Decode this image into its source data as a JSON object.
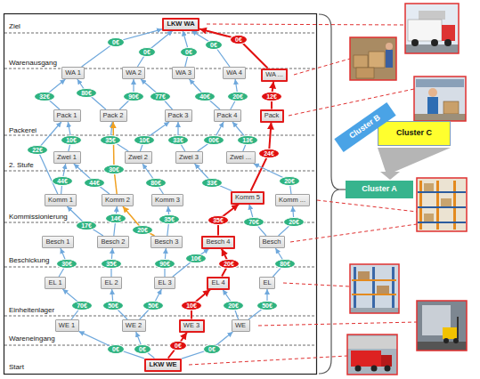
{
  "diagram": {
    "nodes": [
      {
        "text": [
          "LKW WA"
        ]
      },
      {
        "text": [
          "WA 1"
        ]
      },
      {
        "text": [
          "WA 2"
        ]
      },
      {
        "text": [
          "WA 3"
        ]
      },
      {
        "text": [
          "WA 4"
        ]
      },
      {
        "text": [
          "WA ..."
        ]
      },
      {
        "text": [
          "Pack 1"
        ]
      },
      {
        "text": [
          "Pack 2"
        ]
      },
      {
        "text": [
          "Pack 3"
        ]
      },
      {
        "text": [
          "Pack 4"
        ]
      },
      {
        "text": [
          "Pack"
        ]
      },
      {
        "text": [
          "Zwei 1"
        ]
      },
      {
        "text": [
          "Zwei 2"
        ]
      },
      {
        "text": [
          "Zwei 3"
        ]
      },
      {
        "text": [
          "Zwei ..."
        ]
      },
      {
        "text": [
          "Komm 1"
        ]
      },
      {
        "text": [
          "Komm 2"
        ]
      },
      {
        "text": [
          "Komm 3"
        ]
      },
      {
        "text": [
          "Komm 5"
        ]
      },
      {
        "text": [
          "Komm ..."
        ]
      },
      {
        "text": [
          "Besch 1"
        ]
      },
      {
        "text": [
          "Besch 2"
        ]
      },
      {
        "text": [
          "Besch 3"
        ]
      },
      {
        "text": [
          "Besch 4"
        ]
      },
      {
        "text": [
          "Besch"
        ]
      },
      {
        "text": [
          "EL 1"
        ]
      },
      {
        "text": [
          "EL 2"
        ]
      },
      {
        "text": [
          "EL 3"
        ]
      },
      {
        "text": [
          "EL 4"
        ]
      },
      {
        "text": [
          "EL"
        ]
      },
      {
        "text": [
          "WE 1"
        ]
      },
      {
        "text": [
          "WE 2"
        ]
      },
      {
        "text": [
          "WE 3"
        ]
      },
      {
        "text": [
          "WE"
        ]
      },
      {
        "text": [
          "LKW WE"
        ]
      },
      {
        "text": [
          "Cluster B"
        ]
      },
      {
        "text": [
          "Cluster C"
        ]
      },
      {
        "text": [
          "Cluster A"
        ]
      }
    ],
    "edges": [
      {
        "from": 1,
        "to": 0,
        "label": "0€",
        "arrow": "to"
      },
      {
        "from": 2,
        "to": 0,
        "label": "0€",
        "arrow": "to"
      },
      {
        "from": 3,
        "to": 0,
        "label": "0€",
        "arrow": "to"
      },
      {
        "from": 4,
        "to": 0,
        "label": "0€",
        "arrow": "to"
      },
      {
        "from": 5,
        "to": 0,
        "label": "0€",
        "arrow": "to"
      },
      {
        "from": 6,
        "to": 1,
        "label": "32€",
        "arrow": "to"
      },
      {
        "from": 7,
        "to": 1,
        "label": "80€",
        "arrow": "to"
      },
      {
        "from": 7,
        "to": 2,
        "label": "90€",
        "arrow": "to"
      },
      {
        "from": 8,
        "to": 2,
        "label": "77€",
        "arrow": "to"
      },
      {
        "from": 9,
        "to": 3,
        "label": "40€",
        "arrow": "to"
      },
      {
        "from": 9,
        "to": 4,
        "label": "20€",
        "arrow": "to"
      },
      {
        "from": 10,
        "to": 5,
        "label": "12€",
        "arrow": "to"
      },
      {
        "from": 11,
        "to": 6,
        "label": "10€",
        "arrow": "to"
      },
      {
        "from": 12,
        "to": 7,
        "label": "35€",
        "arrow": "to"
      },
      {
        "from": 12,
        "to": 8,
        "label": "10€",
        "arrow": "to"
      },
      {
        "from": 13,
        "to": 8,
        "label": "33€",
        "arrow": "to"
      },
      {
        "from": 13,
        "to": 9,
        "label": "00€",
        "arrow": "to"
      },
      {
        "from": 14,
        "to": 9,
        "label": "13€",
        "arrow": "to"
      },
      {
        "from": 15,
        "to": 6,
        "label": "22€",
        "arrow": "to"
      },
      {
        "from": 16,
        "to": 7,
        "label": "30€",
        "arrow": "to"
      },
      {
        "from": 18,
        "to": 10,
        "label": "24€",
        "arrow": "to"
      },
      {
        "from": 15,
        "to": 11,
        "label": "44€",
        "arrow": "to"
      },
      {
        "from": 16,
        "to": 11,
        "label": "44€",
        "arrow": "to"
      },
      {
        "from": 17,
        "to": 12,
        "label": "80€",
        "arrow": "to"
      },
      {
        "from": 18,
        "to": 13,
        "label": "33€",
        "arrow": "to"
      },
      {
        "from": 19,
        "to": 14,
        "label": "20€",
        "arrow": "to"
      },
      {
        "from": 21,
        "to": 15,
        "label": "17€",
        "arrow": "to"
      },
      {
        "from": 21,
        "to": 16,
        "label": "14€",
        "arrow": "to"
      },
      {
        "from": 22,
        "to": 16,
        "label": "20€",
        "arrow": "to"
      },
      {
        "from": 22,
        "to": 17,
        "label": "35€",
        "arrow": "to"
      },
      {
        "from": 23,
        "to": 18,
        "label": "35€",
        "arrow": "to"
      },
      {
        "from": 24,
        "to": 18,
        "label": "70€",
        "arrow": "to"
      },
      {
        "from": 24,
        "to": 19,
        "label": "20€",
        "arrow": "to"
      },
      {
        "from": 25,
        "to": 20,
        "label": "30€",
        "arrow": "to"
      },
      {
        "from": 26,
        "to": 21,
        "label": "35€",
        "arrow": "to"
      },
      {
        "from": 27,
        "to": 22,
        "label": "90€",
        "arrow": "to"
      },
      {
        "from": 27,
        "to": 23,
        "label": "10€",
        "arrow": "to"
      },
      {
        "from": 28,
        "to": 23,
        "label": "20€",
        "arrow": "to"
      },
      {
        "from": 29,
        "to": 24,
        "label": "80€",
        "arrow": "to"
      },
      {
        "from": 30,
        "to": 25,
        "label": "70€",
        "arrow": "to"
      },
      {
        "from": 31,
        "to": 26,
        "label": "50€",
        "arrow": "to"
      },
      {
        "from": 31,
        "to": 27,
        "label": "50€",
        "arrow": "to"
      },
      {
        "from": 32,
        "to": 28,
        "label": "10€",
        "arrow": "to"
      },
      {
        "from": 33,
        "to": 28,
        "label": "20€",
        "arrow": "to"
      },
      {
        "from": 33,
        "to": 29,
        "label": "50€",
        "arrow": "to"
      },
      {
        "from": 34,
        "to": 30,
        "label": "0€",
        "arrow": "to"
      },
      {
        "from": 34,
        "to": 31,
        "label": "0€",
        "arrow": "to"
      },
      {
        "from": 34,
        "to": 32,
        "label": "0€",
        "arrow": "to"
      },
      {
        "from": 34,
        "to": 33,
        "label": "0€",
        "arrow": "to"
      },
      {
        "from": 36,
        "to": 37,
        "arrow": "to"
      }
    ],
    "labels": [
      "Ziel",
      "Warenausgang",
      "Packerei",
      "2. Stufe",
      "Kommissionierung",
      "Beschickung",
      "Einheitenlager",
      "Wareneingang",
      "Start"
    ]
  }
}
